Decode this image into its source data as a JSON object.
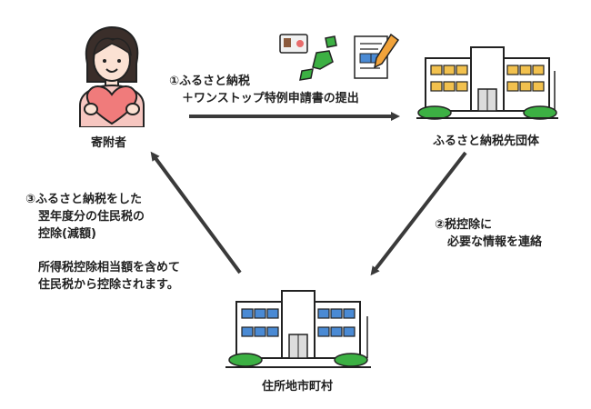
{
  "nodes": {
    "donor": "寄附者",
    "furusato_org": "ふるさと納税先団体",
    "municipality": "住所地市町村"
  },
  "steps": {
    "step1": {
      "line1": "①ふるさと納税",
      "line2": "＋ワンストップ特例申請書の提出"
    },
    "step2": {
      "line1": "②税控除に",
      "line2": "必要な情報を連絡"
    },
    "step3": {
      "line1": "③ふるさと納税をした",
      "line2": "翌年度分の住民税の",
      "line3": "控除(減額)",
      "line4": "所得税控除相当額を含めて",
      "line5": "住民税から控除されます。"
    }
  },
  "colors": {
    "arrow": "#3a3a3a",
    "heart": "#f07b7b",
    "skin": "#fbe1d3",
    "hair": "#3a2e2a",
    "bldg_window_org": "#f2c14e",
    "bldg_window_muni": "#4a8ad4",
    "shrub": "#3cb043"
  }
}
